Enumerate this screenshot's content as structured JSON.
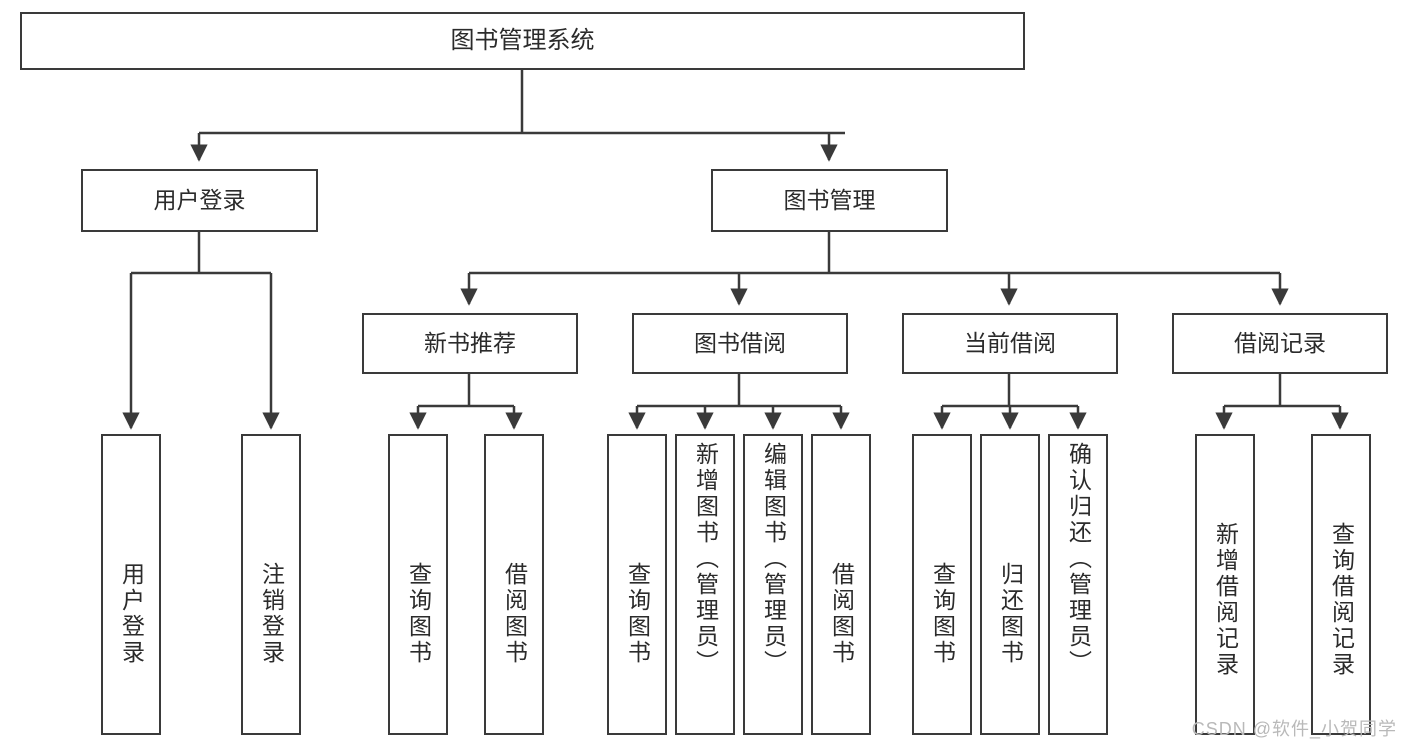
{
  "diagram": {
    "type": "tree-hierarchy-chart",
    "title": "图书管理系统",
    "stroke_color": "#3a3a3a",
    "fill_color": "#ffffff",
    "text_color": "#2b2b2b"
  },
  "root": {
    "label": "图书管理系统"
  },
  "level1": [
    {
      "label": "用户登录"
    },
    {
      "label": "图书管理"
    }
  ],
  "level2": [
    {
      "label": "新书推荐"
    },
    {
      "label": "图书借阅"
    },
    {
      "label": "当前借阅"
    },
    {
      "label": "借阅记录"
    }
  ],
  "leaves": {
    "user_login": [
      {
        "label": "用户登录"
      },
      {
        "label": "注销登录"
      }
    ],
    "new_book": [
      {
        "label": "查询图书"
      },
      {
        "label": "借阅图书"
      }
    ],
    "book_borrow": [
      {
        "label": "查询图书"
      },
      {
        "label": "新增图书（管理员）"
      },
      {
        "label": "编辑图书（管理员）"
      },
      {
        "label": "借阅图书"
      }
    ],
    "current_borrow": [
      {
        "label": "查询图书"
      },
      {
        "label": "归还图书"
      },
      {
        "label": "确认归还（管理员）"
      }
    ],
    "borrow_record": [
      {
        "label": "新增借阅记录"
      },
      {
        "label": "查询借阅记录"
      }
    ]
  },
  "watermark": {
    "text": "CSDN @软件_小贺同学"
  }
}
